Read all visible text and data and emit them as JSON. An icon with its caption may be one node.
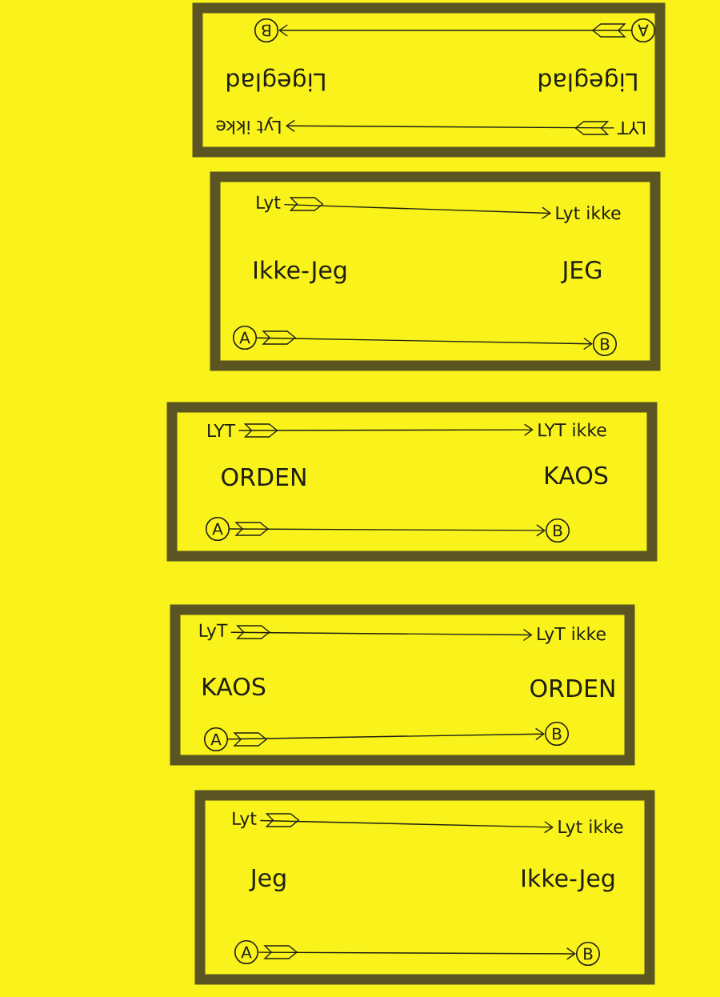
{
  "diagram": {
    "nodes": [
      {
        "text": [
          "Ligeglad",
          "Ligeglad"
        ]
      },
      {
        "text": [
          "LYT"
        ],
        "in": 0
      },
      {
        "text": [
          "Lyt ikke"
        ],
        "in": 0
      },
      {
        "text": [
          "A"
        ],
        "in": 0
      },
      {
        "text": [
          "B"
        ],
        "in": 0
      },
      {
        "text": [
          "Ikke-Jeg",
          "JEG"
        ]
      },
      {
        "text": [
          "Lyt"
        ],
        "in": 5
      },
      {
        "text": [
          "Lyt ikke"
        ],
        "in": 5
      },
      {
        "text": [
          "A"
        ],
        "in": 5
      },
      {
        "text": [
          "B"
        ],
        "in": 5
      },
      {
        "text": [
          "ORDEN",
          "KAOS"
        ]
      },
      {
        "text": [
          "LYT"
        ],
        "in": 10
      },
      {
        "text": [
          "LYT ikke"
        ],
        "in": 10
      },
      {
        "text": [
          "A"
        ],
        "in": 10
      },
      {
        "text": [
          "B"
        ],
        "in": 10
      },
      {
        "text": [
          "KAOS",
          "ORDEN"
        ]
      },
      {
        "text": [
          "LyT"
        ],
        "in": 15
      },
      {
        "text": [
          "LyT ikke"
        ],
        "in": 15
      },
      {
        "text": [
          "A"
        ],
        "in": 15
      },
      {
        "text": [
          "B"
        ],
        "in": 15
      },
      {
        "text": [
          "Jeg",
          "Ikke-Jeg"
        ]
      },
      {
        "text": [
          "Lyt"
        ],
        "in": 20
      },
      {
        "text": [
          "Lyt ikke"
        ],
        "in": 20
      },
      {
        "text": [
          "A"
        ],
        "in": 20
      },
      {
        "text": [
          "B"
        ],
        "in": 20
      }
    ],
    "edges": [
      {
        "from": 1,
        "to": 2,
        "arrow": "to"
      },
      {
        "from": 3,
        "to": 4,
        "arrow": "to"
      },
      {
        "from": 6,
        "to": 7,
        "arrow": "to"
      },
      {
        "from": 8,
        "to": 9,
        "arrow": "to"
      },
      {
        "from": 11,
        "to": 12,
        "arrow": "to"
      },
      {
        "from": 13,
        "to": 14,
        "arrow": "to"
      },
      {
        "from": 16,
        "to": 17,
        "arrow": "to"
      },
      {
        "from": 18,
        "to": 19,
        "arrow": "to"
      },
      {
        "from": 21,
        "to": 22,
        "arrow": "to"
      },
      {
        "from": 23,
        "to": 24,
        "arrow": "to"
      }
    ]
  }
}
